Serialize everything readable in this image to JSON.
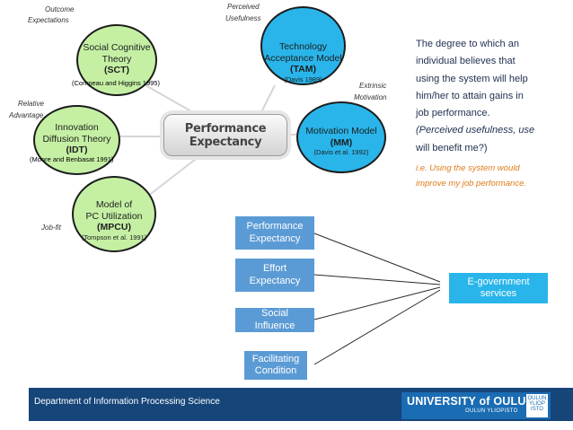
{
  "center": {
    "line1": "Performance",
    "line2": "Expectancy"
  },
  "theories": {
    "sct": {
      "name1": "Social Cognitive",
      "name2": "Theory",
      "abbr": "(SCT)",
      "ref": "(Compeau and Higgins 1995)"
    },
    "tam": {
      "name1": "Technology",
      "name2": "Acceptance Model",
      "abbr": "(TAM)",
      "ref": "(Davis 1989)"
    },
    "idt": {
      "name1": "Innovation",
      "name2": "Diffusion Theory",
      "abbr": "(IDT)",
      "ref": "(Moore and Benbasat 1991)"
    },
    "mm": {
      "name1": "Motivation Model",
      "abbr": "(MM)",
      "ref": "(Davis et al. 1992)"
    },
    "mpcu": {
      "name1": "Model of",
      "name2": "PC Utilization",
      "abbr": "(MPCU)",
      "ref": "(Tompson et al. 1991)"
    }
  },
  "constructs": {
    "outcome1": "Outcome",
    "outcome2": "Expectations",
    "perceived1": "Perceived",
    "perceived2": "Usefulness",
    "relative1": "Relative",
    "relative2": "Advantage",
    "extrinsic1": "Extrinsic",
    "extrinsic2": "Motivation",
    "jobfit": "Job-fit"
  },
  "factors": {
    "pe1": "Performance",
    "pe2": "Expectancy",
    "ee1": "Effort",
    "ee2": "Expectancy",
    "si1": "Social",
    "si2": "Influence",
    "fc1": "Facilitating",
    "fc2": "Condition"
  },
  "target": {
    "line1": "E-government",
    "line2": "services"
  },
  "definition": {
    "l1": "The degree to which an",
    "l2": "individual believes that",
    "l3": "using the system will help",
    "l4": "him/her to attain gains in",
    "l5": "job performance.",
    "l6": "(Perceived usefulness, use",
    "l7": "will benefit me?)"
  },
  "example": {
    "l1": "i.e. Using the system would",
    "l2": "improve my job performance."
  },
  "footer": {
    "department": "Department of Information Processing Science",
    "university": "UNIVERSITY of OULU",
    "university_sub": "OULUN YLIOPISTO",
    "emblem1": "OULUN",
    "emblem2": "YLIOP",
    "emblem3": "ISTO"
  },
  "colors": {
    "ellipse_green": "#c5f0a4",
    "ellipse_blue": "#29b5ea",
    "factor_blue": "#5b9bd5",
    "target_blue": "#29b5ea",
    "example_orange": "#e07b1a",
    "footer_navy": "#16457a"
  }
}
